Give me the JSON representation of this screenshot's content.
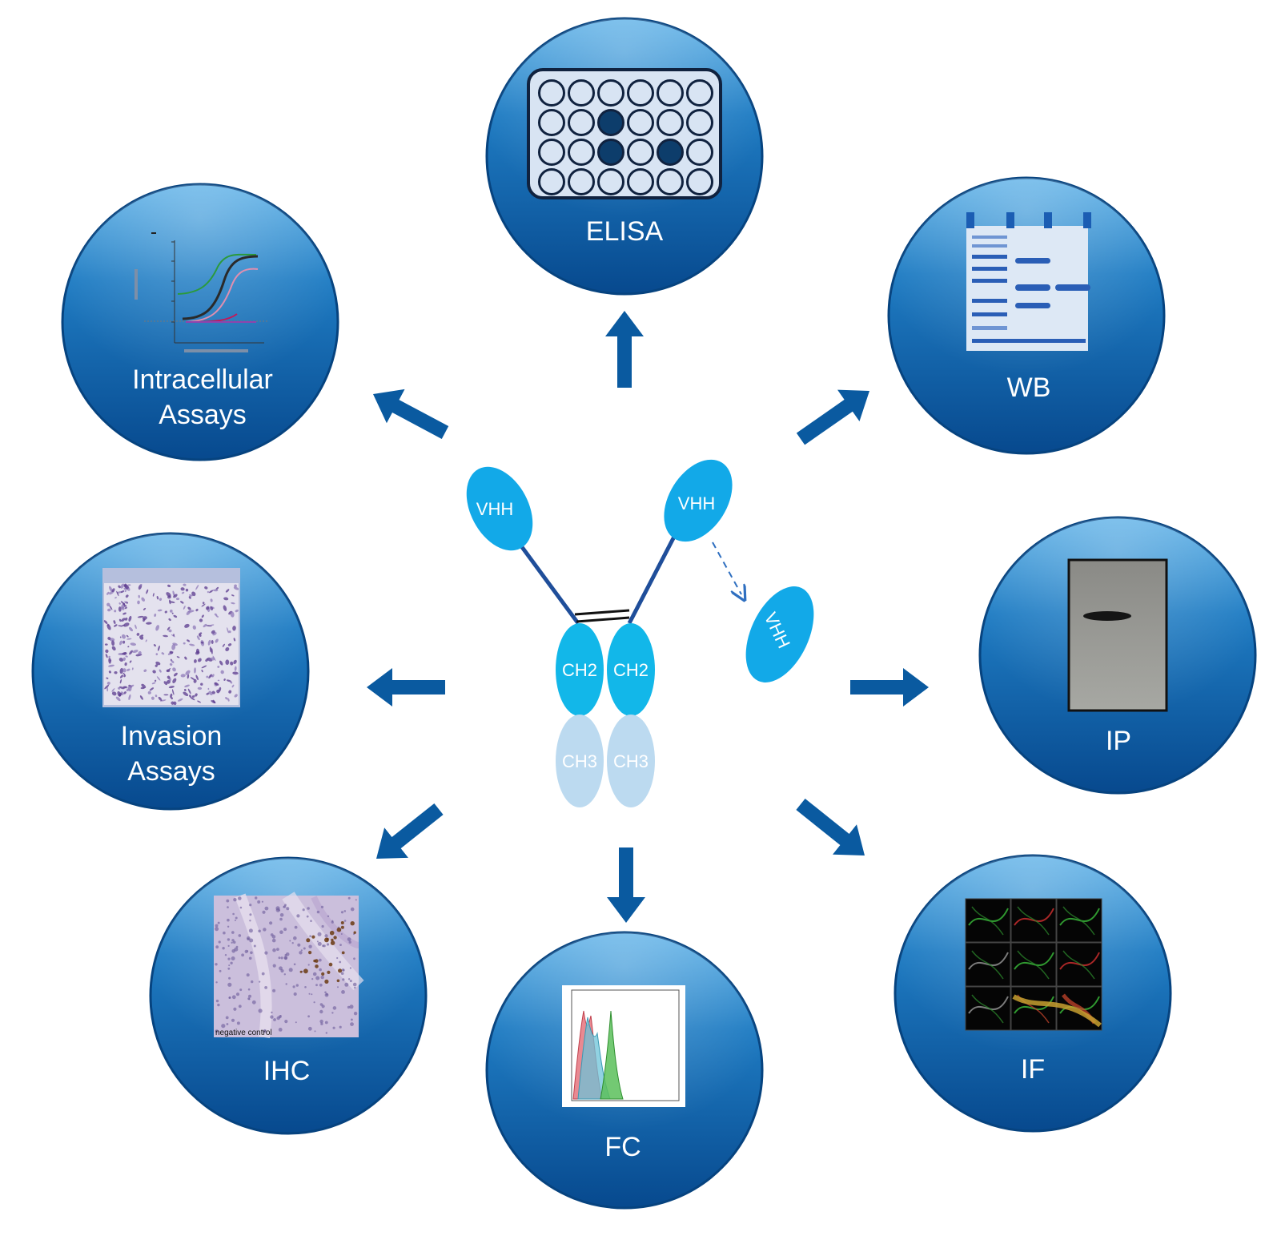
{
  "colors": {
    "circle_top": "#4aa3e0",
    "circle_mid": "#1570b8",
    "circle_bottom": "#084f95",
    "arrow": "#0a5aa0",
    "domain_dark": "#0fa9e6",
    "domain_light": "#b9d9ef",
    "linker": "#1f4e9a"
  },
  "antibody": {
    "vhh_left": "VHH",
    "vhh_right": "VHH",
    "vhh_free": "VHH",
    "ch2_left": "CH2",
    "ch2_right": "CH2",
    "ch3_left": "CH3",
    "ch3_right": "CH3"
  },
  "assays": {
    "elisa": {
      "label": "ELISA",
      "icon": "elisa-plate-icon"
    },
    "wb": {
      "label": "WB",
      "icon": "western-blot-icon"
    },
    "ip": {
      "label": "IP",
      "icon": "ip-blot-image"
    },
    "if": {
      "label": "IF",
      "icon": "immunofluorescence-image"
    },
    "fc": {
      "label": "FC",
      "icon": "flow-cytometry-histogram"
    },
    "ihc": {
      "label": "IHC",
      "icon": "ihc-tissue-image",
      "image_caption": "negative control"
    },
    "invasion": {
      "label_line1": "Invasion",
      "label_line2": "Assays",
      "icon": "invasion-assay-image"
    },
    "intracellular": {
      "label_line1": "Intracellular",
      "label_line2": "Assays",
      "icon": "dose-response-curve-icon"
    }
  }
}
